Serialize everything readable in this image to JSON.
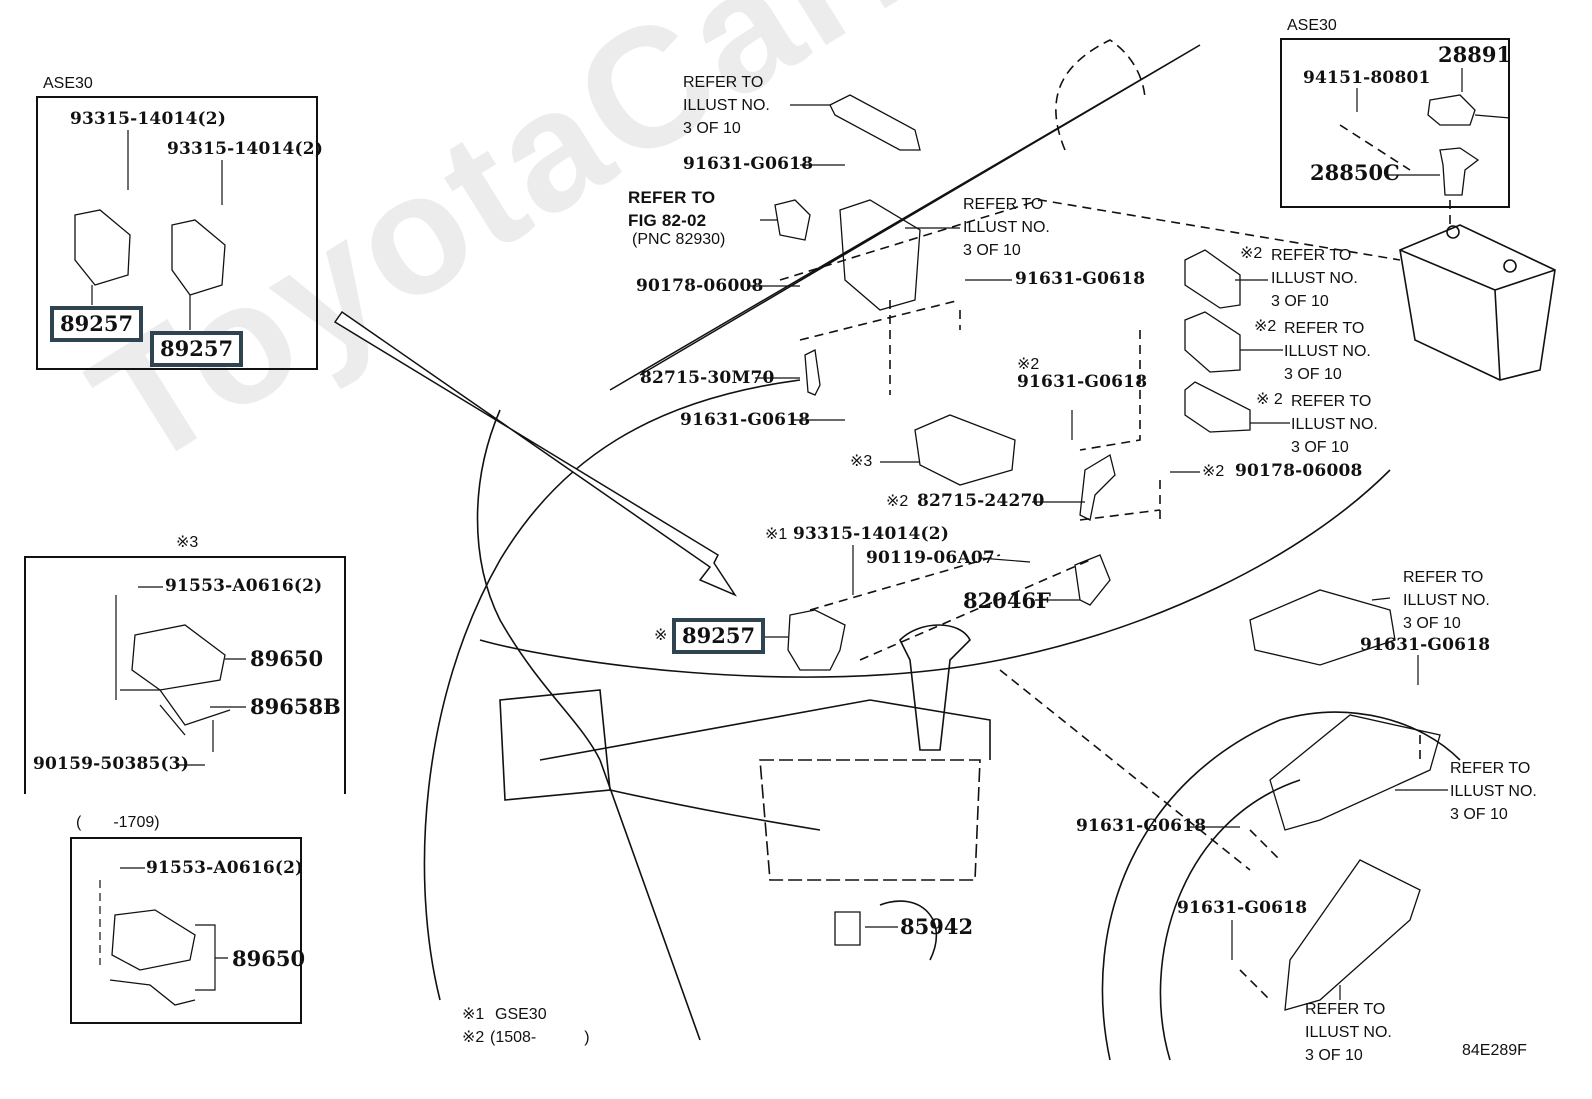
{
  "diagram": {
    "figure_code": "84E289F",
    "watermark": "ToyotaCarMine.ru",
    "highlight_color": "#2f4350",
    "insets": {
      "top_left": {
        "title": "ASE30",
        "callouts": [
          {
            "part": "93315-14014(2)"
          },
          {
            "part": "93315-14014(2)"
          },
          {
            "part": "89257",
            "highlighted": true
          },
          {
            "part": "89257",
            "highlighted": true
          }
        ]
      },
      "top_right": {
        "title": "ASE30",
        "callouts": [
          {
            "part": "28891"
          },
          {
            "part": "94151-80801"
          },
          {
            "part": "28850C"
          }
        ]
      },
      "mid_left": {
        "title": "※3",
        "callouts": [
          {
            "part": "91553-A0616(2)"
          },
          {
            "part": "89650"
          },
          {
            "part": "89658B"
          },
          {
            "part": "90159-50385(3)"
          }
        ]
      },
      "bottom_left": {
        "title": "(　　-1709)",
        "callouts": [
          {
            "part": "91553-A0616(2)"
          },
          {
            "part": "89650"
          }
        ]
      }
    },
    "main_callouts": {
      "ref_top": "REFER TO\nILLUST NO.\n3 OF 10",
      "bolt_top": "91631-G0618",
      "ref_fig": "REFER TO\nFIG 82-02",
      "ref_fig_pnc": "(PNC 82930)",
      "ref_bracket": "REFER TO\nILLUST NO.\n3 OF 10",
      "nut_left": "90178-06008",
      "bolt_right": "91631-G0618",
      "ref_fuse1_mark": "※2",
      "ref_fuse1": "REFER TO\nILLUST NO.\n3 OF 10",
      "ref_fuse2_mark": "※2",
      "ref_fuse2": "REFER TO\nILLUST NO.\n3 OF 10",
      "ref_fuse3_mark": "※ 2",
      "ref_fuse3": "REFER TO\nILLUST NO.\n3 OF 10",
      "bracket_30m70": "82715-30M70",
      "bolt_mid": "91631-G0618",
      "bolt_x2_mark": "※2",
      "bolt_x2": "91631-G0618",
      "module_x3": "※3",
      "nut_x2_mark": "※2",
      "nut_x2": "90178-06008",
      "bracket_x2_mark": "※2",
      "bracket_24270": "82715-24270",
      "screw_x1_mark": "※1",
      "screw_x1": "93315-14014(2)",
      "bolt_06a07": "90119-06A07",
      "harness_82046f": "82046F",
      "relay_mark": "※",
      "relay_89257": "89257",
      "sensor_85942": "85942",
      "ref_junction": "REFER TO\nILLUST NO.\n3 OF 10",
      "bolt_junction": "91631-G0618",
      "ref_jb_lower": "REFER TO\nILLUST NO.\n3 OF 10",
      "bolt_lower1": "91631-G0618",
      "bolt_lower2": "91631-G0618",
      "ref_bottom": "REFER TO\nILLUST NO.\n3 OF 10"
    },
    "legend": [
      {
        "mark": "※1",
        "text": "GSE30"
      },
      {
        "mark": "※2",
        "text": "(1508-　　　)"
      }
    ]
  }
}
